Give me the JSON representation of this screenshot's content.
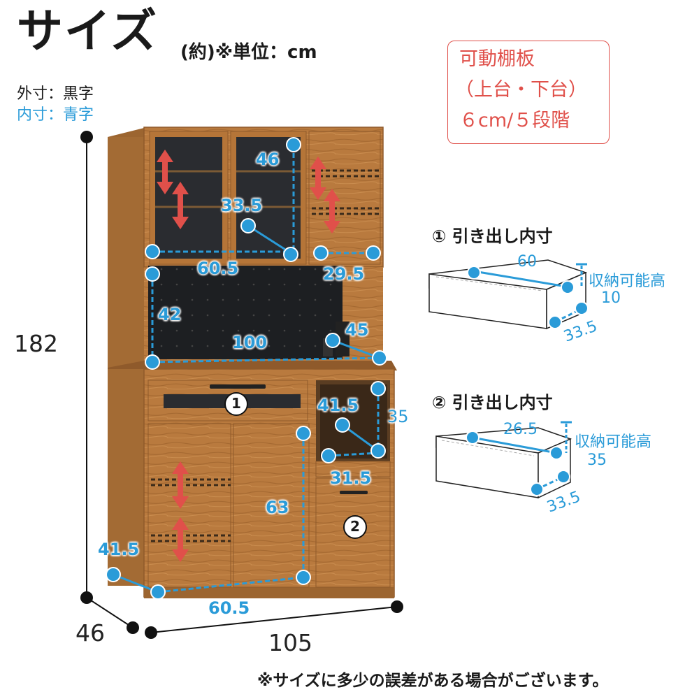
{
  "header": {
    "title": "サイズ",
    "unit_note": "(約)※単位：cm"
  },
  "legend": {
    "outer": "外寸：黒字",
    "inner": "内寸：青字"
  },
  "notice": {
    "line1": "可動棚板",
    "line2": "（上台・下台）",
    "line3": "６cm/５段階"
  },
  "outer_dims": {
    "height": "182",
    "depth": "46",
    "width": "105"
  },
  "inner_dims": {
    "upper_glass_height": "46",
    "upper_glass_depth": "33.5",
    "upper_left_width": "60.5",
    "upper_right_width": "29.5",
    "open_height": "42",
    "open_width": "100",
    "open_depth": "45",
    "right_niche_depth": "41.5",
    "right_niche_height": "35",
    "right_niche_width": "31.5",
    "lower_height": "63",
    "lower_depth": "41.5",
    "lower_width": "60.5"
  },
  "drawer1": {
    "title": "① 引き出し内寸",
    "width": "60",
    "storage_label": "収納可能高",
    "storage_height": "10",
    "depth": "33.5",
    "marker": "1"
  },
  "drawer2": {
    "title": "② 引き出し内寸",
    "width": "26.5",
    "storage_label": "収納可能高",
    "storage_height": "35",
    "depth": "33.5",
    "marker": "2"
  },
  "footer": {
    "note": "※サイズに多少の誤差がある場合がございます。"
  },
  "colors": {
    "wood": "#b97a3e",
    "wood_dark": "#8f5a2b",
    "measure_blue": "#2a9bd8",
    "arrow_red": "#e0504a",
    "dark_panel": "#1d1f22"
  }
}
